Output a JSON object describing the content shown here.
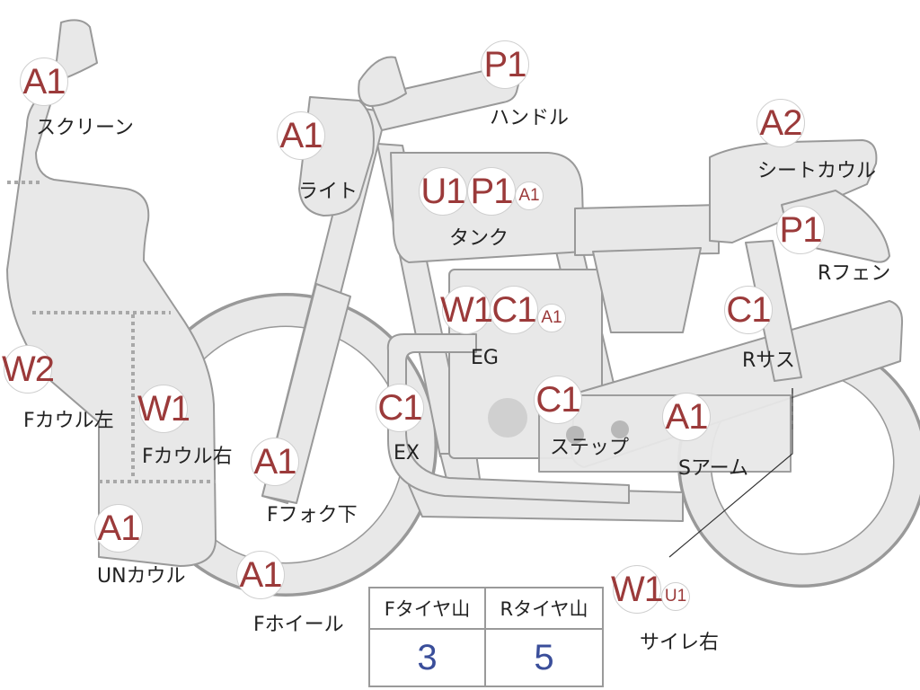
{
  "parts": [
    {
      "name": "screen",
      "label": "スクリーン",
      "badges": [
        "A1"
      ]
    },
    {
      "name": "light",
      "label": "ライト",
      "badges": [
        "A1"
      ]
    },
    {
      "name": "handle",
      "label": "ハンドル",
      "badges": [
        "P1"
      ]
    },
    {
      "name": "tank",
      "label": "タンク",
      "badges": [
        "U1",
        "P1",
        "A1"
      ]
    },
    {
      "name": "seat-cowl",
      "label": "シートカウル",
      "badges": [
        "A2"
      ]
    },
    {
      "name": "r-fender",
      "label": "Rフェン",
      "badges": [
        "P1"
      ]
    },
    {
      "name": "engine",
      "label": "EG",
      "badges": [
        "W1",
        "C1",
        "A1"
      ]
    },
    {
      "name": "r-suspension",
      "label": "Rサス",
      "badges": [
        "C1"
      ]
    },
    {
      "name": "f-cowl-left",
      "label": "Fカウル左",
      "badges": [
        "W2"
      ]
    },
    {
      "name": "f-cowl-right",
      "label": "Fカウル右",
      "badges": [
        "W1"
      ]
    },
    {
      "name": "exhaust",
      "label": "EX",
      "badges": [
        "C1"
      ]
    },
    {
      "name": "step",
      "label": "ステップ",
      "badges": [
        "C1"
      ]
    },
    {
      "name": "swing-arm",
      "label": "Sアーム",
      "badges": [
        "A1"
      ]
    },
    {
      "name": "f-fork-lower",
      "label": "Fフォク下",
      "badges": [
        "A1"
      ]
    },
    {
      "name": "under-cowl",
      "label": "UNカウル",
      "badges": [
        "A1"
      ]
    },
    {
      "name": "f-wheel",
      "label": "Fホイール",
      "badges": [
        "A1"
      ]
    },
    {
      "name": "silencer-right",
      "label": "サイレ右",
      "badges": [
        "W1",
        "U1"
      ]
    }
  ],
  "tire_table": {
    "headers": [
      "Fタイヤ山",
      "Rタイヤ山"
    ],
    "values": [
      "3",
      "5"
    ]
  },
  "colors": {
    "part_fill": "#e8e8e8",
    "part_stroke": "#999999",
    "badge_text": "#9b3a3a",
    "value_text": "#3a4e9a"
  }
}
